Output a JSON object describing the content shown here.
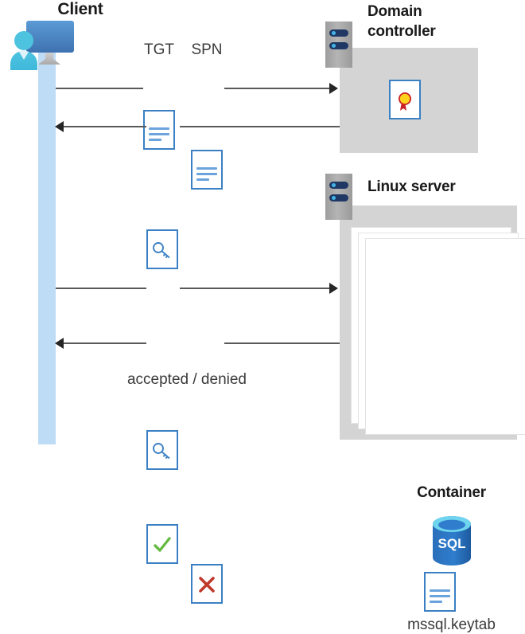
{
  "diagram": {
    "type": "sequence-architecture",
    "title_client": "Client",
    "title_domain_controller": "Domain\ncontroller",
    "title_linux_server": "Linux server",
    "title_container": "Container",
    "labels": {
      "tgt": "TGT",
      "spn": "SPN",
      "accepted_denied": "accepted / denied",
      "keytab_file": "mssql.keytab",
      "sql_text": "SQL"
    },
    "icons": {
      "client": "user-monitor-icon",
      "server_rack": "server-rack-icon",
      "document": "document-icon",
      "key_document": "key-document-icon",
      "certificate_document": "certificate-document-icon",
      "accepted_document": "check-document-icon",
      "denied_document": "x-document-icon",
      "database": "sql-database-icon",
      "keytab_document": "keytab-document-icon"
    },
    "flows": [
      {
        "id": "flow-1",
        "direction": "right",
        "from": "client",
        "to": "domain-controller",
        "payload": [
          "TGT",
          "SPN"
        ]
      },
      {
        "id": "flow-2",
        "direction": "left",
        "from": "domain-controller",
        "to": "client",
        "payload": [
          "service-ticket"
        ]
      },
      {
        "id": "flow-3",
        "direction": "right",
        "from": "client",
        "to": "linux-server",
        "payload": [
          "service-ticket"
        ]
      },
      {
        "id": "flow-4",
        "direction": "left",
        "from": "linux-server",
        "to": "client",
        "payload": [
          "accepted",
          "denied"
        ]
      }
    ],
    "colors": {
      "panel_gray": "#d4d4d4",
      "lifeline_blue": "#bedcf5",
      "doc_blue": "#3b80c4",
      "accent_blue": "#2e7cc4",
      "rack_navy": "#1f3864",
      "rack_dot_cyan": "#41b6e6",
      "check_green": "#66bb42",
      "x_red": "#c0392b",
      "cert_gold": "#ffd21e",
      "cert_red": "#cc2027",
      "line_gray": "#595959",
      "text_dark": "#1a1a1a"
    }
  }
}
